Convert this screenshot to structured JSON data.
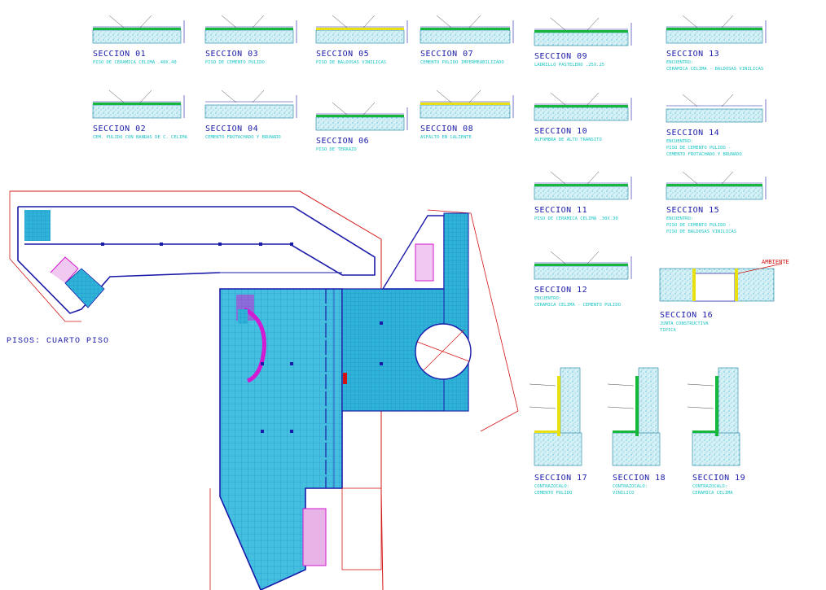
{
  "plan": {
    "title": "PISOS: CUARTO PISO"
  },
  "ambiente_label": "AMBIENTE",
  "sections": [
    {
      "id": "s01",
      "title": "SECCION 01",
      "desc": [
        "PISO DE CERAMICA CELIMA .40X.40"
      ]
    },
    {
      "id": "s02",
      "title": "SECCION 02",
      "desc": [
        "CEM. PULIDO CON BANDAS DE C. CELIMA"
      ]
    },
    {
      "id": "s03",
      "title": "SECCION 03",
      "desc": [
        "PISO DE CEMENTO PULIDO"
      ]
    },
    {
      "id": "s04",
      "title": "SECCION 04",
      "desc": [
        "CEMENTO FROTACHADO Y BRUNADO"
      ]
    },
    {
      "id": "s05",
      "title": "SECCION 05",
      "desc": [
        "PISO DE BALDOSAS VINILICAS"
      ]
    },
    {
      "id": "s06",
      "title": "SECCION 06",
      "desc": [
        "PISO DE TERRAZO"
      ]
    },
    {
      "id": "s07",
      "title": "SECCION 07",
      "desc": [
        "CEMENTO PULIDO IMPERMEABILIZADO"
      ]
    },
    {
      "id": "s08",
      "title": "SECCION 08",
      "desc": [
        "ASFALTO EN CALIENTE"
      ]
    },
    {
      "id": "s09",
      "title": "SECCION 09",
      "desc": [
        "LADRILLO PASTELERO .25X.25"
      ]
    },
    {
      "id": "s10",
      "title": "SECCION 10",
      "desc": [
        "ALFOMBRA DE ALTO TRANSITO"
      ]
    },
    {
      "id": "s11",
      "title": "SECCION 11",
      "desc": [
        "PISO DE CERAMICA CELIMA .30X.30"
      ]
    },
    {
      "id": "s12",
      "title": "SECCION 12",
      "desc": [
        "ENCUENTRO:",
        "CERAMICA CELIMA - CEMENTO PULIDO"
      ]
    },
    {
      "id": "s13",
      "title": "SECCION 13",
      "desc": [
        "ENCUENTRO:",
        "CERAMICA CELIMA - BALDOSAS VINILICAS"
      ]
    },
    {
      "id": "s14",
      "title": "SECCION 14",
      "desc": [
        "ENCUENTRO:",
        "PISO DE CEMENTO PULIDO -",
        "CEMENTO FROTACHADO Y BRUNADO"
      ]
    },
    {
      "id": "s15",
      "title": "SECCION 15",
      "desc": [
        "ENCUENTRO:",
        "PISO DE CEMENTO PULIDO -",
        "PISO DE BALDOSAS VINILICAS"
      ]
    },
    {
      "id": "s16",
      "title": "SECCION 16",
      "desc": [
        "JUNTA CONSTRUCTIVA",
        "TIPICA"
      ]
    },
    {
      "id": "s17",
      "title": "SECCION 17",
      "desc": [
        "CONTRAZOCALO:",
        "CEMENTO PULIDO"
      ]
    },
    {
      "id": "s18",
      "title": "SECCION 18",
      "desc": [
        "CONTRAZOCALO:",
        "VINILICO"
      ]
    },
    {
      "id": "s19",
      "title": "SECCION 19",
      "desc": [
        "CONTRAZOCALO:",
        "CERAMICA CELIMA"
      ]
    }
  ],
  "palette": {
    "concrete": "#78c8d6",
    "finish_green": "#16b83c",
    "finish_yellow": "#e8e010",
    "wall_blue": "#1a1aa8",
    "magenta": "#d21ad2",
    "red": "#d21414",
    "tile": "#35b7d9",
    "cyan": "#19c3c3"
  }
}
